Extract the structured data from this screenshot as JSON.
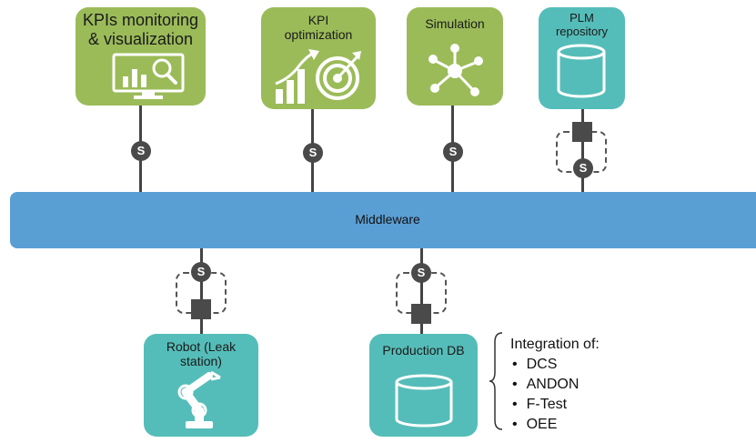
{
  "nodes": {
    "kpi_monitoring": "KPIs monitoring\n& visualization",
    "kpi_optimization": "KPI\noptimization",
    "simulation": "Simulation",
    "plm": "PLM\nrepository",
    "robot": "Robot (Leak\nstation)",
    "production_db": "Production DB"
  },
  "middleware": "Middleware",
  "service_symbol": "S",
  "integration": {
    "heading": "Integration of:",
    "items": [
      "DCS",
      "ANDON",
      "F-Test",
      "OEE"
    ]
  },
  "colors": {
    "green": "#9bbb59",
    "teal": "#55bdb9",
    "middleware": "#5a9fd4",
    "connector": "#4a4a4a"
  },
  "icons": {
    "kpi_monitoring": "monitor-chart-magnifier-icon",
    "kpi_optimization": "growth-chart-target-icon",
    "simulation": "network-hub-icon",
    "plm": "database-icon",
    "robot": "robot-arm-icon",
    "production_db": "database-icon"
  }
}
